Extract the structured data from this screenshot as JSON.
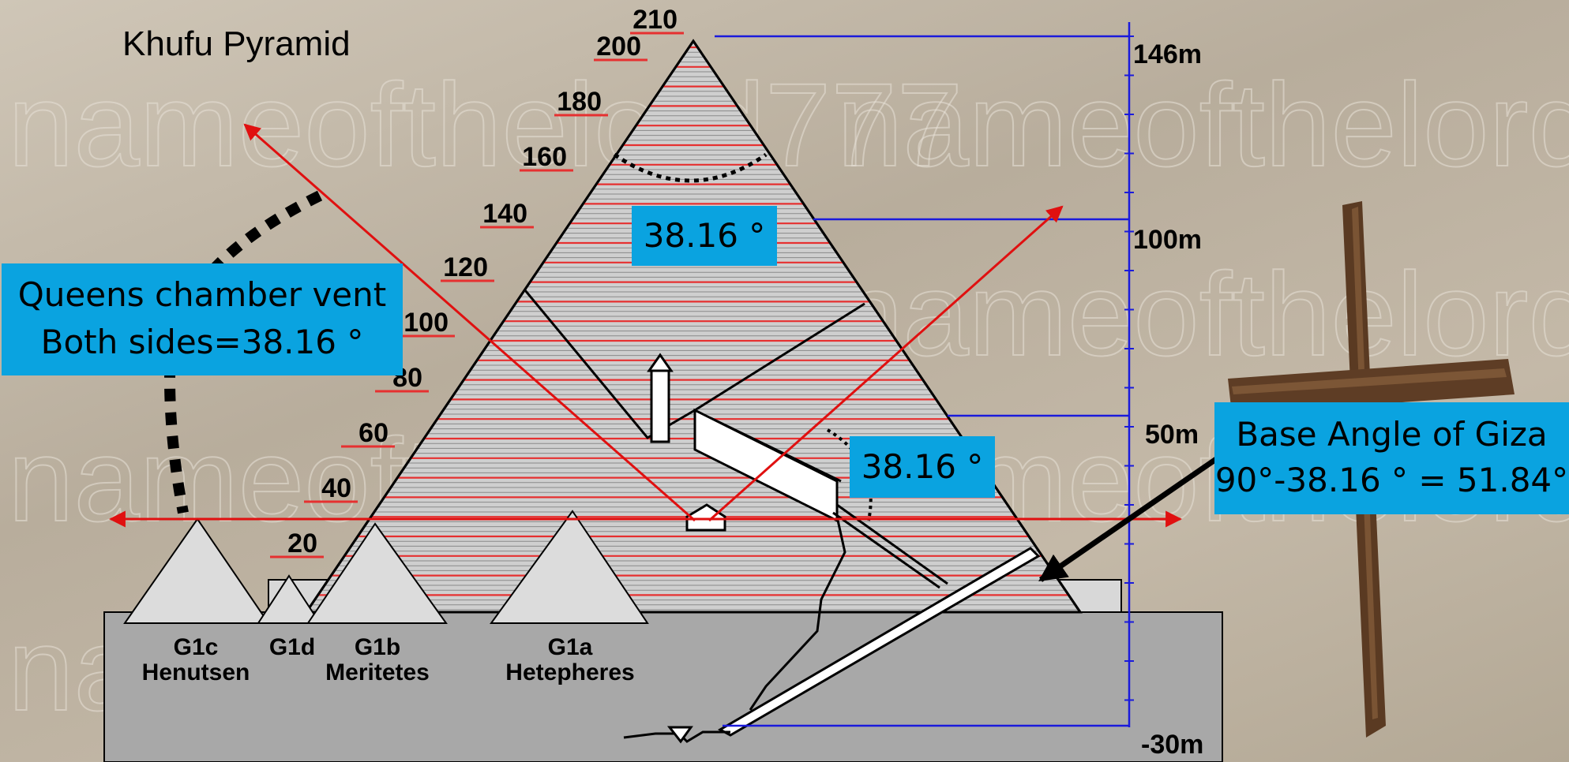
{
  "diagram": {
    "title": "Khufu Pyramid",
    "watermark": "nameofthelord777",
    "height_ticks": [
      "20",
      "40",
      "60",
      "80",
      "100",
      "120",
      "140",
      "160",
      "180",
      "200",
      "210"
    ],
    "scale_labels": [
      "146m",
      "100m",
      "50m",
      "-30m"
    ],
    "small_pyramids": [
      {
        "code": "G1c",
        "name": "Henutsen"
      },
      {
        "code": "G1d",
        "name": ""
      },
      {
        "code": "G1b",
        "name": "Meritetes"
      },
      {
        "code": "G1a",
        "name": "Hetepheres"
      }
    ],
    "callouts": {
      "queens_vent": {
        "line1": "Queens chamber vent",
        "line2": "Both sides=38.16 °"
      },
      "angle_top": "38.16 °",
      "angle_mid": "38.16 °",
      "base_angle": {
        "line1": "Base Angle of Giza",
        "line2": "90°-38.16 ° = 51.84°"
      }
    },
    "colors": {
      "pyramid_fill": "#cfcfcf",
      "course_lines_red": "#e63030",
      "course_lines_gray": "#8a8a8a",
      "measure_lines_blue": "#1a1adc",
      "arrows": "#e01010",
      "callout_bg": "#0aa3e0",
      "ground": "#a8a8a8"
    }
  }
}
